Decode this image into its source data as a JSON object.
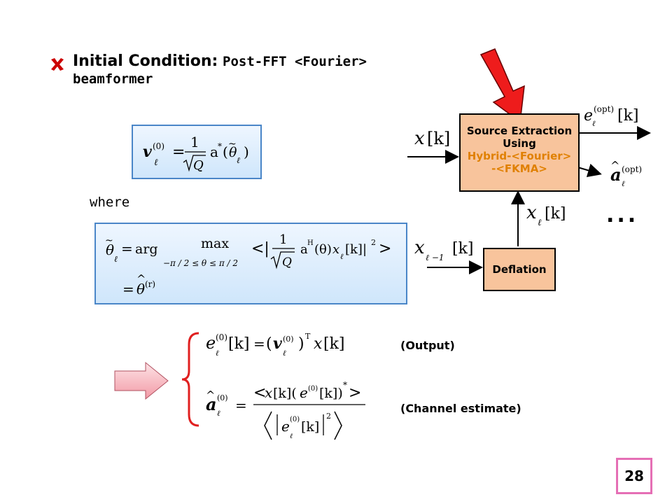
{
  "title": {
    "lead": "Initial Condition",
    "colon": ":",
    "rest": "Post-FFT <Fourier>",
    "line2": "beamformer"
  },
  "where_label": "where",
  "block_extraction": {
    "line1": "Source Extraction",
    "line2": "Using",
    "line3": "Hybrid-<Fourier>",
    "line4": "-<FKMA>"
  },
  "block_deflation": "Deflation",
  "ellipsis": "...",
  "output_label": "(Output)",
  "channel_label": "(Channel estimate)",
  "page_number": "28",
  "colors": {
    "cross_mark": "#cc0000",
    "block_fill": "#f8c49c",
    "orange_text": "#e08000",
    "arrow_red": "#ee1c1c",
    "eq_border": "#4a86c8",
    "page_border": "#e56fb5",
    "brace": "#e02020",
    "pink_arrow": "#f4a6b0"
  }
}
